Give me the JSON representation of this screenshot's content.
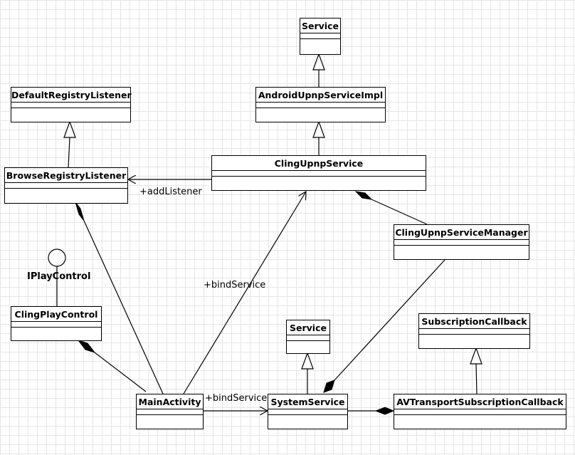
{
  "classes": {
    "service_top": "Service",
    "android_upnp_service_impl": "AndroidUpnpServiceImpl",
    "default_registry_listener": "DefaultRegistryListener",
    "cling_upnp_service": "ClingUpnpService",
    "browse_registry_listener": "BrowseRegistryListener",
    "cling_upnp_service_manager": "ClingUpnpServiceManager",
    "cling_play_control": "ClingPlayControl",
    "service_bottom": "Service",
    "subscription_callback": "SubscriptionCallback",
    "main_activity": "MainActivity",
    "system_service": "SystemService",
    "av_transport_subscription_callback": "AVTransportSubscriptionCallback"
  },
  "interface": {
    "iplay_control": "IPlayControl"
  },
  "labels": {
    "add_listener": "+addListener",
    "bind_service_diagonal": "+bindService",
    "bind_service_horizontal": "+bindService"
  },
  "colors": {
    "line": "#000000",
    "grid": "#e6e6e6",
    "background": "#ffffff"
  }
}
